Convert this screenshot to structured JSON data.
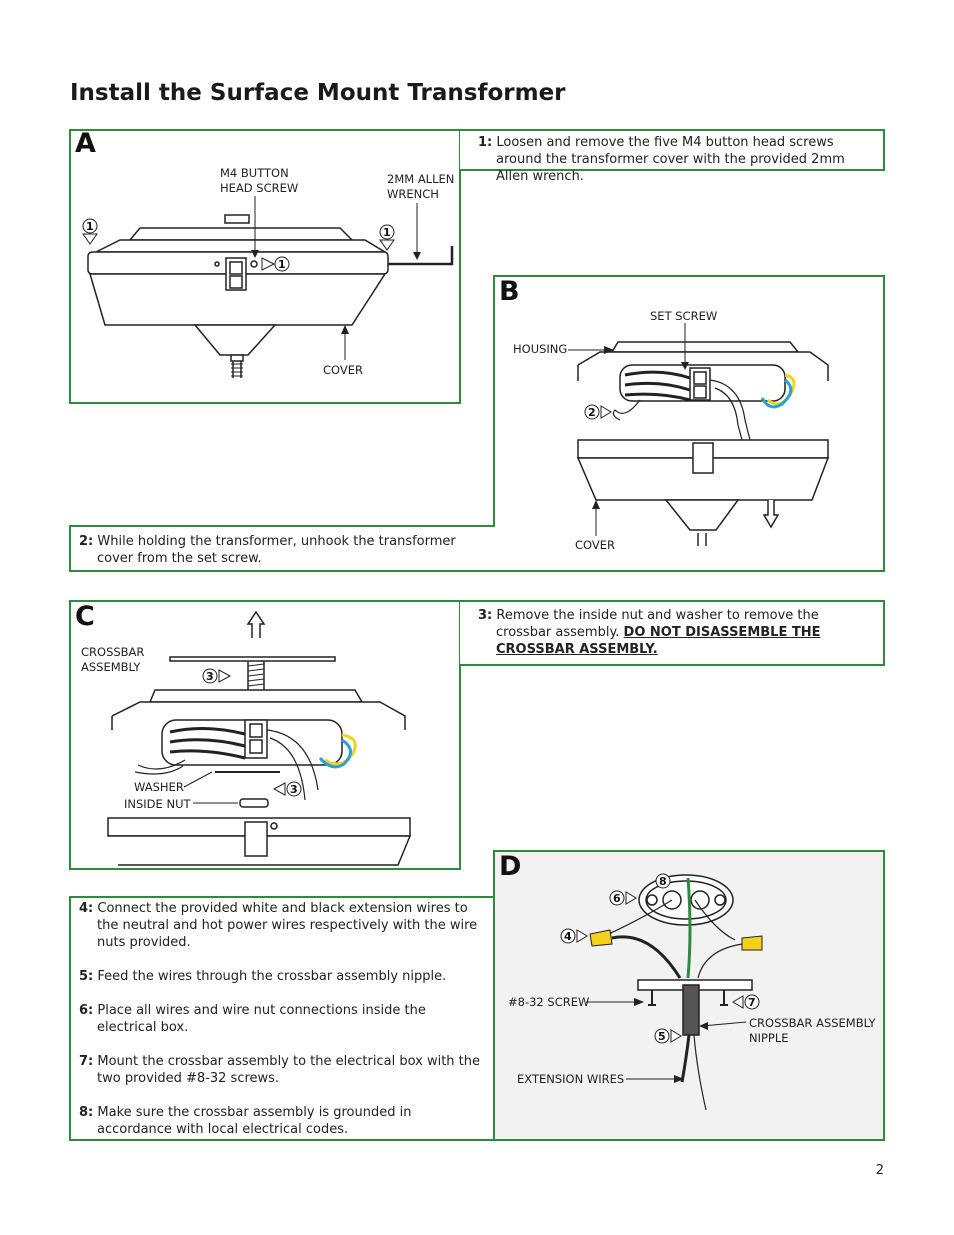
{
  "page": {
    "title": "Install the Surface Mount Transformer",
    "page_number": "2"
  },
  "panelA": {
    "letter": "A",
    "label_screw": "M4 BUTTON\nHEAD SCREW",
    "label_wrench": "2MM ALLEN\nWRENCH",
    "label_cover": "COVER",
    "callout": "1"
  },
  "step1": {
    "num": "1:",
    "text": "Loosen and remove the five M4 button head screws around the transformer cover with the provided 2mm Allen wrench."
  },
  "panelB": {
    "letter": "B",
    "label_set_screw": "SET SCREW",
    "label_housing": "HOUSING",
    "label_cover": "COVER",
    "callout": "2"
  },
  "step2": {
    "num": "2:",
    "text": "While holding the transformer, unhook the transformer cover from the set screw."
  },
  "panelC": {
    "letter": "C",
    "label_crossbar": "CROSSBAR\nASSEMBLY",
    "label_washer": "WASHER",
    "label_nut": "INSIDE NUT",
    "callout": "3"
  },
  "step3": {
    "num": "3:",
    "text": "Remove the inside nut and washer to remove the crossbar assembly. ",
    "warning": "DO NOT DISASSEMBLE THE CROSSBAR ASSEMBLY."
  },
  "steps48": [
    {
      "num": "4:",
      "text": "Connect the provided white and black extension wires to the neutral and hot power wires respectively with the wire nuts provided."
    },
    {
      "num": "5:",
      "text": "Feed the wires through the crossbar assembly nipple."
    },
    {
      "num": "6:",
      "text": "Place all wires and wire nut connections inside the electrical box."
    },
    {
      "num": "7:",
      "text": "Mount the crossbar assembly to the electrical box with the two provided #8-32 screws."
    },
    {
      "num": "8:",
      "text": "Make sure the crossbar assembly is grounded in accordance with local electrical codes."
    }
  ],
  "panelD": {
    "letter": "D",
    "label_screw": "#8-32 SCREW",
    "label_nipple": "CROSSBAR ASSEMBLY\nNIPPLE",
    "label_ext": "EXTENSION WIRES",
    "callouts": [
      "4",
      "5",
      "6",
      "7",
      "8"
    ]
  },
  "colors": {
    "border": "#2e8b3e",
    "panelD_bg": "#f2f2f2",
    "wire_green": "#2e8b3e",
    "wire_yellow": "#f2d21b",
    "wire_blue": "#2aa0d8"
  }
}
